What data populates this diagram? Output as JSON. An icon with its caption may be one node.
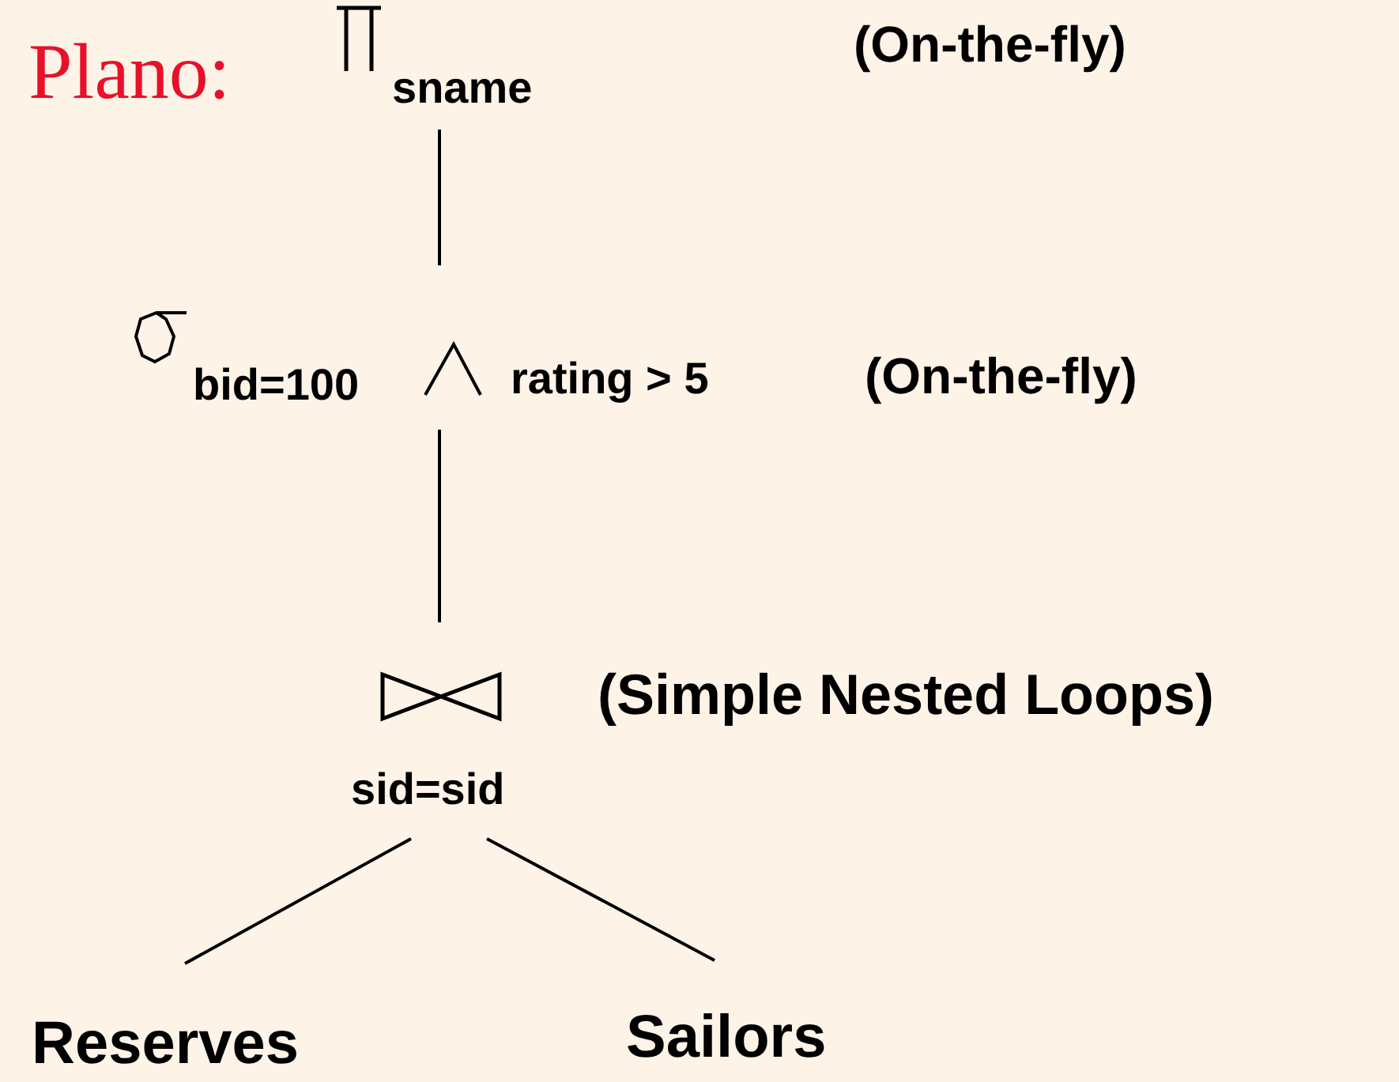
{
  "diagram": {
    "title": "Plano:",
    "nodes": [
      {
        "text": [
          "sname"
        ]
      },
      {
        "text": [
          "bid=100",
          "rating > 5"
        ]
      },
      {
        "text": [
          "sid=sid"
        ]
      },
      {
        "text": [
          "Reserves"
        ]
      },
      {
        "text": [
          "Sailors"
        ]
      }
    ],
    "edges": [
      {
        "from": 0,
        "to": 1,
        "arrow": "none"
      },
      {
        "from": 1,
        "to": 2,
        "arrow": "none"
      },
      {
        "from": 2,
        "to": 3,
        "arrow": "none"
      },
      {
        "from": 2,
        "to": 4,
        "arrow": "none"
      }
    ],
    "labels": [
      "(On-the-fly)",
      "(On-the-fly)",
      "(Simple Nested Loops)"
    ]
  }
}
